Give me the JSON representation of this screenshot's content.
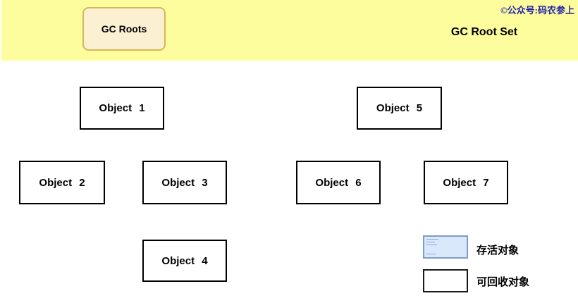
{
  "banner": {
    "gc_roots_label": "GC Roots",
    "watermark": "©公众号:码农参上",
    "title": "GC Root Set"
  },
  "objects": [
    {
      "label": "Object 1"
    },
    {
      "label": "Object 2"
    },
    {
      "label": "Object 3"
    },
    {
      "label": "Object 4"
    },
    {
      "label": "Object 5"
    },
    {
      "label": "Object 6"
    },
    {
      "label": "Object 7"
    }
  ],
  "legend": {
    "alive_label": "存活对象",
    "reclaimable_label": "可回收对象"
  },
  "colors": {
    "banner_background": "#fdfd9e",
    "gc_roots_fill": "#fbf0d2",
    "gc_roots_border": "#d6b656",
    "watermark_text": "#2222aa",
    "alive_swatch_fill": "#dae8fc",
    "alive_swatch_border": "#7e9cc9",
    "object_box_border": "#000000"
  }
}
